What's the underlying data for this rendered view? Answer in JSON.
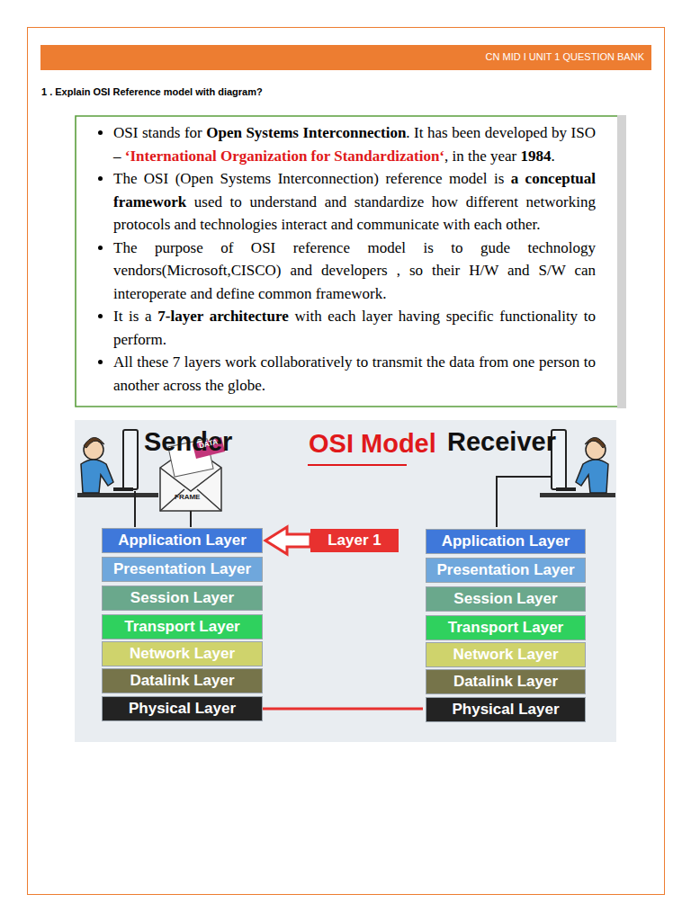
{
  "diagram": {
    "nodes": [
      {
        "text": [
          "Application Layer"
        ]
      },
      {
        "text": [
          "Presentation Layer"
        ]
      },
      {
        "text": [
          "Session Layer"
        ]
      },
      {
        "text": [
          "Transport Layer"
        ]
      },
      {
        "text": [
          "Network Layer"
        ]
      },
      {
        "text": [
          "Datalink Layer"
        ]
      },
      {
        "text": [
          "Physical Layer"
        ]
      },
      {
        "text": [
          "Layer 1"
        ]
      },
      {
        "text": [
          "Application Layer"
        ]
      },
      {
        "text": [
          "Presentation Layer"
        ]
      },
      {
        "text": [
          "Session Layer"
        ]
      },
      {
        "text": [
          "Transport Layer"
        ]
      },
      {
        "text": [
          "Network Layer"
        ]
      },
      {
        "text": [
          "Datalink Layer"
        ]
      },
      {
        "text": [
          "Physical Layer"
        ]
      }
    ],
    "edges": [
      {
        "from": 7,
        "to": 0,
        "arrow": "to"
      },
      {
        "from": 6,
        "to": 14,
        "arrow": "none"
      }
    ],
    "labels": [
      "CN MID I UNIT 1 QUESTION BANK",
      "1 . Explain OSI Reference model with diagram?",
      "OSI stands for",
      "Open Systems Interconnection",
      ". It has been developed by ISO –",
      "‘International Organization for Standardization‘",
      ", in the year",
      "1984",
      ".",
      "The OSI (Open Systems Interconnection) reference model is",
      "a conceptual framework",
      "used to understand and standardize how different networking protocols and technologies interact and communicate with each other.",
      "The purpose of OSI reference model is to gude technology vendors(Microsoft,CISCO) and developers , so their H/W and S/W can interoperate and define common framework.",
      "It is a",
      "7-layer architecture",
      "with each layer having specific functionality to perform.",
      "All these 7 layers work collaboratively to transmit the data from one person to another across the globe.",
      "Sender",
      "OSI Model",
      "Receiver",
      "DATA",
      "FRAME"
    ]
  }
}
